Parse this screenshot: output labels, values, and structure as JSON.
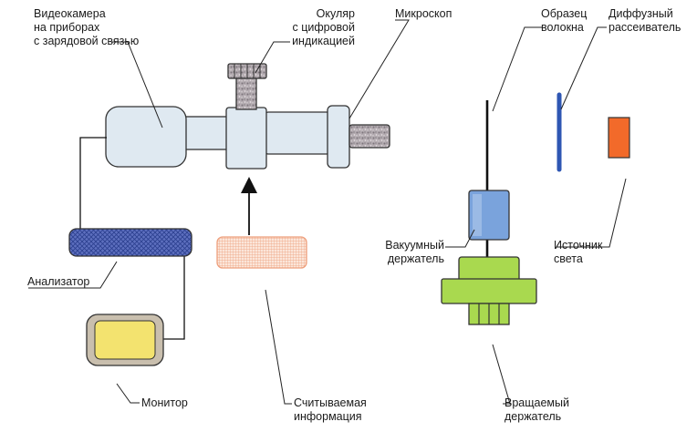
{
  "labels": {
    "camera": [
      "Видеокамера",
      "на приборах",
      "с зарядовой связью"
    ],
    "eyepiece": [
      "Окуляр",
      "с цифровой",
      "индикацией"
    ],
    "microscope": [
      "Микроскоп"
    ],
    "sample": [
      "Образец",
      "волокна"
    ],
    "diffuser": [
      "Диффузный",
      "рассеиватель"
    ],
    "vacuum_holder": [
      "Вакуумный",
      "держатель"
    ],
    "light_source": [
      "Источник",
      "света"
    ],
    "analyzer": [
      "Анализатор"
    ],
    "monitor": [
      "Монитор"
    ],
    "readout": [
      "Считываемая",
      "информация"
    ],
    "rotating_holder": [
      "Вращаемый",
      "держатель"
    ]
  },
  "colors": {
    "microscope_body": "#dfe9f1",
    "eyepiece_knob": "#b8b0b4",
    "analyzer": "#5d6fbe",
    "monitor_screen": "#f3e36f",
    "monitor_frame": "#c9bfae",
    "readout": "#f0a07a",
    "vacuum_holder": "#7aa3dc",
    "rotating_holder": "#a9d94f",
    "diffuser": "#2e56b3",
    "light_source": "#f26a2a"
  }
}
